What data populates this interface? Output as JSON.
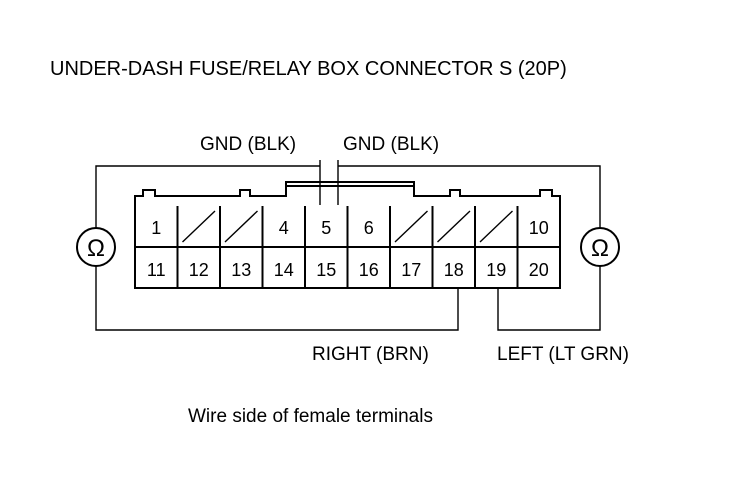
{
  "title": "UNDER-DASH FUSE/RELAY BOX CONNECTOR S (20P)",
  "caption": "Wire side of female terminals",
  "labels": {
    "gnd_left": "GND (BLK)",
    "gnd_right": "GND (BLK)",
    "right": "RIGHT (BRN)",
    "left": "LEFT (LT GRN)"
  },
  "ohm_symbol": "Ω",
  "pins": {
    "top": [
      "1",
      "",
      "",
      "4",
      "5",
      "6",
      "",
      "",
      "",
      "10"
    ],
    "bottom": [
      "11",
      "12",
      "13",
      "14",
      "15",
      "16",
      "17",
      "18",
      "19",
      "20"
    ]
  }
}
